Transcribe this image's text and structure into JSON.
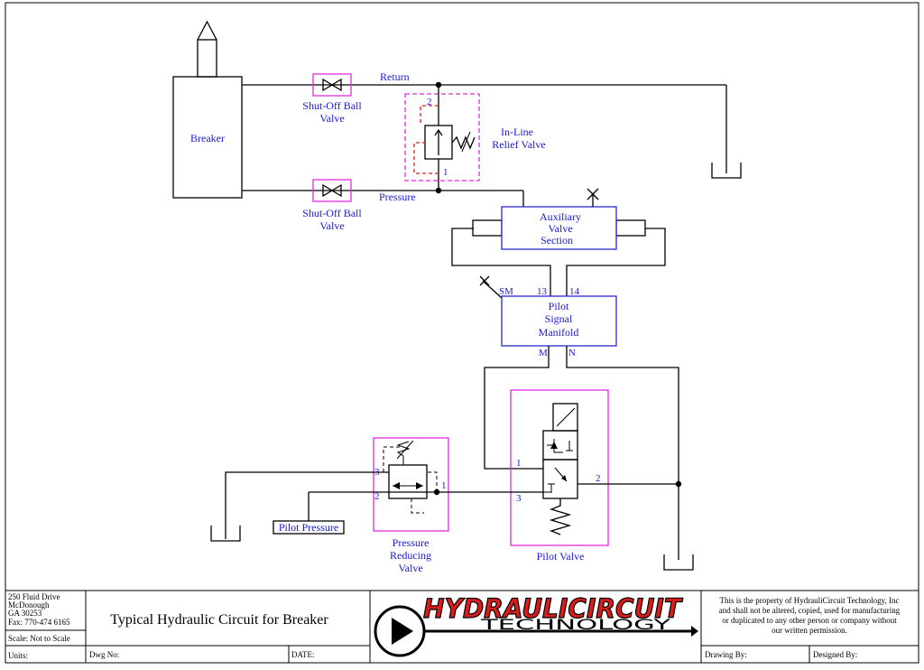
{
  "labels": {
    "breaker": "Breaker",
    "return": "Return",
    "pressure": "Pressure",
    "shutoff_top_1": "Shut-Off Ball",
    "shutoff_top_2": "Valve",
    "shutoff_bottom_1": "Shut-Off Ball",
    "shutoff_bottom_2": "Valve",
    "relief_1": "In-Line",
    "relief_2": "Relief Valve",
    "aux_1": "Auxiliary",
    "aux_2": "Valve",
    "aux_3": "Section",
    "manifold_1": "Pilot",
    "manifold_2": "Signal",
    "manifold_3": "Manifold",
    "pilot_pressure": "Pilot Pressure",
    "prv_1": "Pressure",
    "prv_2": "Reducing",
    "prv_3": "Valve",
    "pilot_valve": "Pilot Valve"
  },
  "ports": {
    "relief_2": "2",
    "relief_1": "1",
    "sm": "SM",
    "p13": "13",
    "p14": "14",
    "m": "M",
    "n": "N",
    "pv_1": "1",
    "pv_2": "2",
    "pv_3": "3",
    "prv_3": "3",
    "prv_2": "2",
    "prv_1": "1"
  },
  "title_block": {
    "address_1": "250 Fluid Drive",
    "address_2": "McDonough",
    "address_3": "GA 30253",
    "address_4": "Fax: 770-474 6165",
    "scale": "Scale: Not to Scale",
    "units": "Units:",
    "title": "Typical Hydraulic Circuit for Breaker",
    "dwg_no": "Dwg No:",
    "date": "DATE:",
    "logo_main": "HYDRAULICIRCUIT",
    "logo_sub": "TECHNOLOGY",
    "notice_1": "This is the property of HydrauliCircuit Technology, Inc",
    "notice_2": "and shall not be altered, copied, used for manufacturing",
    "notice_3": "or duplicated to any other person or company without",
    "notice_4": "our written permission.",
    "drawing_by": "Drawing By:",
    "designed_by": "Designed By:"
  },
  "colors": {
    "label_blue": "#1a1ad6",
    "component_border": "#2a2ad0",
    "enclosure_magenta": "#e22be0",
    "pilot_line_red": "#d42020",
    "logo_red": "#d81c1c"
  }
}
